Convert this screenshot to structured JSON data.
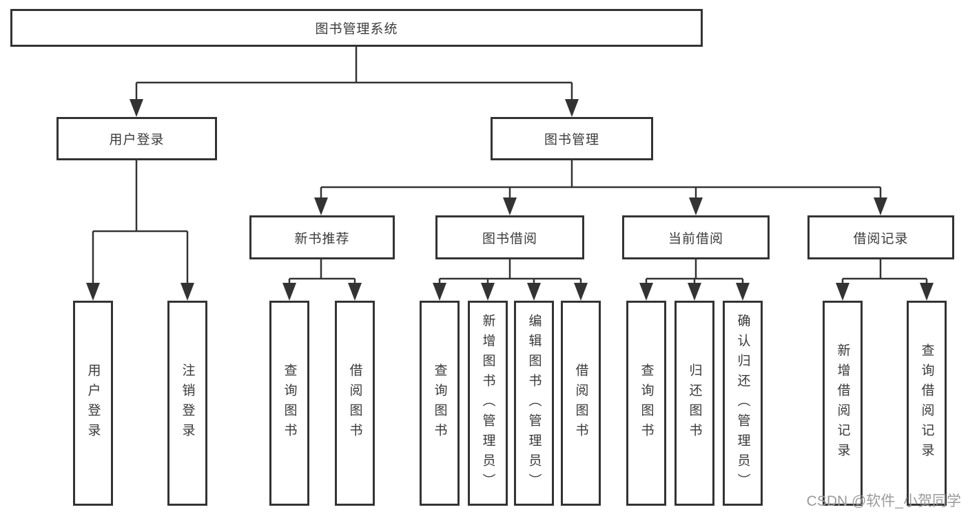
{
  "diagram": {
    "title": "图书管理系统",
    "branches": [
      {
        "label": "用户登录",
        "children": [
          "用户登录",
          "注销登录"
        ]
      },
      {
        "label": "图书管理",
        "sections": [
          {
            "label": "新书推荐",
            "children": [
              "查询图书",
              "借阅图书"
            ]
          },
          {
            "label": "图书借阅",
            "children": [
              "查询图书",
              "新增图书（管理员）",
              "编辑图书（管理员）",
              "借阅图书"
            ]
          },
          {
            "label": "当前借阅",
            "children": [
              "查询图书",
              "归还图书",
              "确认归还（管理员）"
            ]
          },
          {
            "label": "借阅记录",
            "children": [
              "新增借阅记录",
              "查询借阅记录"
            ]
          }
        ]
      }
    ]
  },
  "watermark": {
    "text": "CSDN @软件_小贺同学"
  },
  "colors": {
    "line": "#333333",
    "box_border": "#333333",
    "text": "#3a3a3a",
    "watermark": "#9a9a9a",
    "background": "#ffffff"
  }
}
